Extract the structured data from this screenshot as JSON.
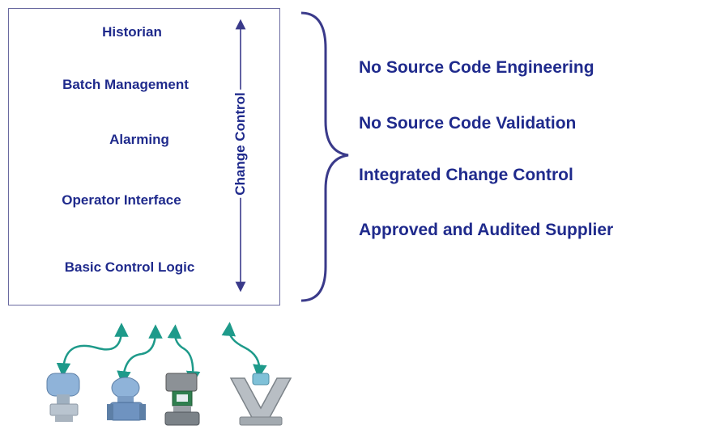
{
  "layers": [
    "Historian",
    "Batch Management",
    "Alarming",
    "Operator Interface",
    "Basic Control Logic"
  ],
  "side_label": "Change Control",
  "benefits": [
    "No Source Code Engineering",
    "No Source Code Validation",
    "Integrated Change Control",
    "Approved and Audited Supplier"
  ],
  "colors": {
    "text": "#1f2a8c",
    "arrows": "#1e9a8a",
    "box_border": "#6a6aa0",
    "brace": "#3a3a8a"
  },
  "devices": [
    "pressure-transmitter-icon",
    "flow-meter-icon",
    "control-valve-icon",
    "coriolis-meter-icon"
  ]
}
